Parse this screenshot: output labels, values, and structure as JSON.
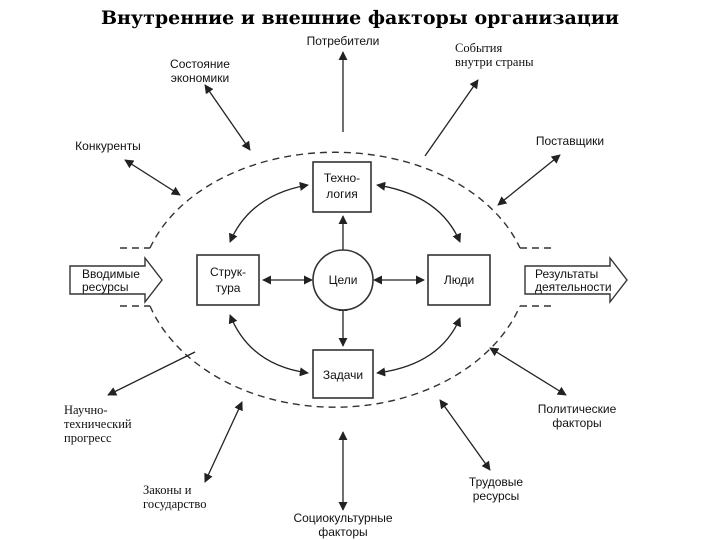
{
  "title": "Внутренние и внешние факторы организации",
  "external_factors": {
    "consumers": [
      "Потребители"
    ],
    "events_inside_country": [
      "События",
      "внутри страны"
    ],
    "economy_state": [
      "Состояние",
      "экономики"
    ],
    "competitors": [
      "Конкуренты"
    ],
    "suppliers": [
      "Поставщики"
    ],
    "sci_tech_progress": [
      "Научно-",
      "технический",
      "прогресс"
    ],
    "political_factors": [
      "Политические",
      "факторы"
    ],
    "laws_state": [
      "Законы и",
      "государство"
    ],
    "labor_resources": [
      "Трудовые",
      "ресурсы"
    ],
    "sociocultural_factors": [
      "Социокультурные",
      "факторы"
    ]
  },
  "internal_factors": {
    "technology": [
      "Техно-",
      "логия"
    ],
    "structure": [
      "Струк-",
      "тура"
    ],
    "goals": [
      "Цели"
    ],
    "people": [
      "Люди"
    ],
    "tasks": [
      "Задачи"
    ]
  },
  "flows": {
    "input_resources": [
      "Вводимые",
      "ресурсы"
    ],
    "activity_results": [
      "Результаты",
      "деятельности"
    ]
  }
}
